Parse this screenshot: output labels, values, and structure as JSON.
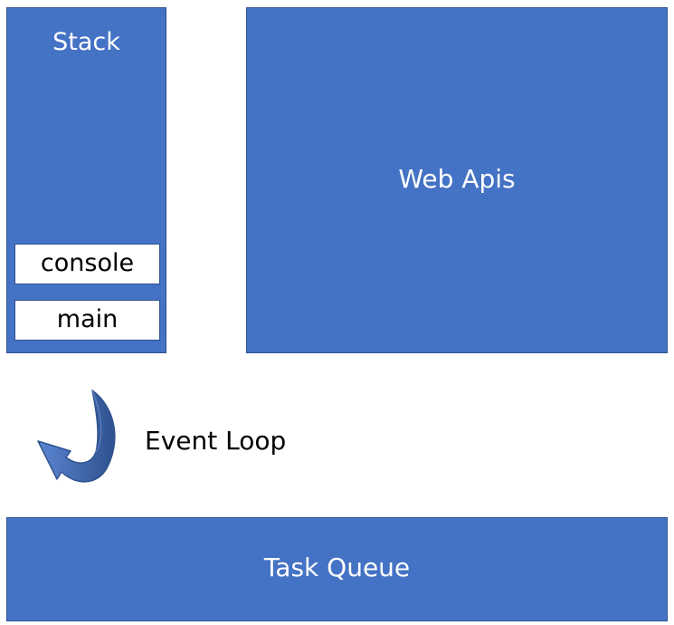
{
  "stack": {
    "title": "Stack",
    "frames": [
      "console",
      "main"
    ]
  },
  "web_apis": {
    "title": "Web Apis"
  },
  "event_loop": {
    "label": "Event Loop",
    "icon": "curved-arrow-icon"
  },
  "task_queue": {
    "title": "Task Queue"
  },
  "colors": {
    "box_fill": "#4472c4",
    "box_border": "#2f528f",
    "box_text": "#ffffff",
    "frame_fill": "#ffffff",
    "frame_text": "#000000"
  }
}
